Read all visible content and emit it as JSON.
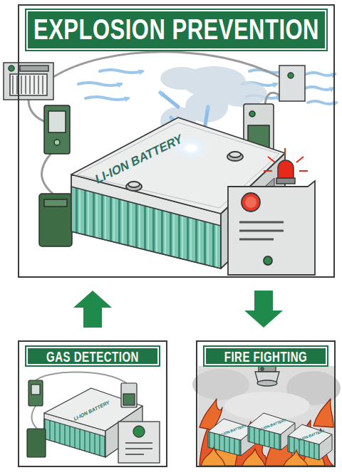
{
  "diagram": {
    "nodes": [
      {
        "text": [
          "EXPLOSION PREVENTION"
        ]
      },
      {
        "text": [
          "GAS DETECTION"
        ]
      },
      {
        "text": [
          "FIRE FIGHTING"
        ]
      }
    ],
    "edges": [
      {
        "from": 1,
        "to": 0,
        "arrow": "to"
      },
      {
        "from": 0,
        "to": 2,
        "arrow": "to"
      }
    ],
    "labels": [
      "LI-ION BATTERY",
      "LI-ION BATTERY",
      "LI-ION BATTERY",
      "LI-ION BATTERY",
      "LI-ION BATTERY"
    ]
  }
}
